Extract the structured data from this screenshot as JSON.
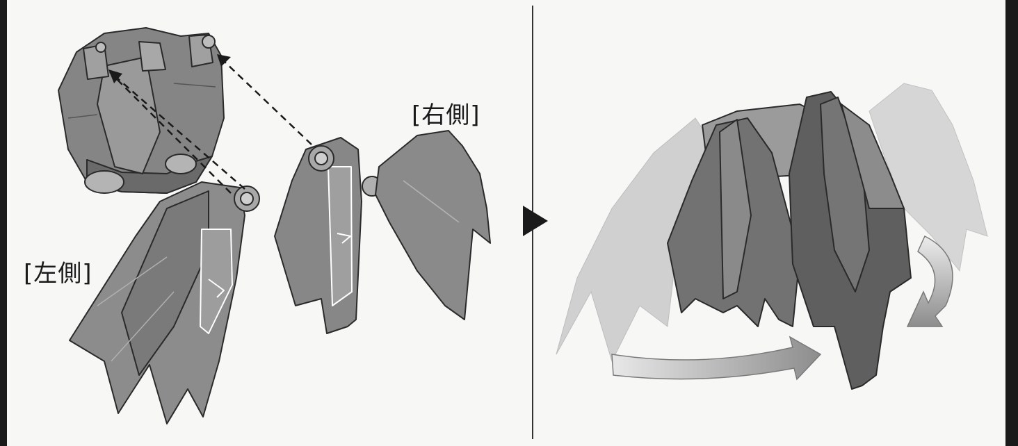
{
  "labels": {
    "right_side": "[右側]",
    "left_side": "[左側]"
  },
  "colors": {
    "part_dark": "#6e6e6e",
    "part_mid": "#8a8a8a",
    "part_light": "#a5a5a5",
    "ghost": "#cfcfcf",
    "outline": "#2a2a2a",
    "frame_border": "#1a1a1a"
  },
  "icons": {
    "step_arrow": "right-pointing-triangle",
    "assembly_arrows": "dashed-arrow",
    "rotation_arrows": "curved-motion-arrow"
  }
}
